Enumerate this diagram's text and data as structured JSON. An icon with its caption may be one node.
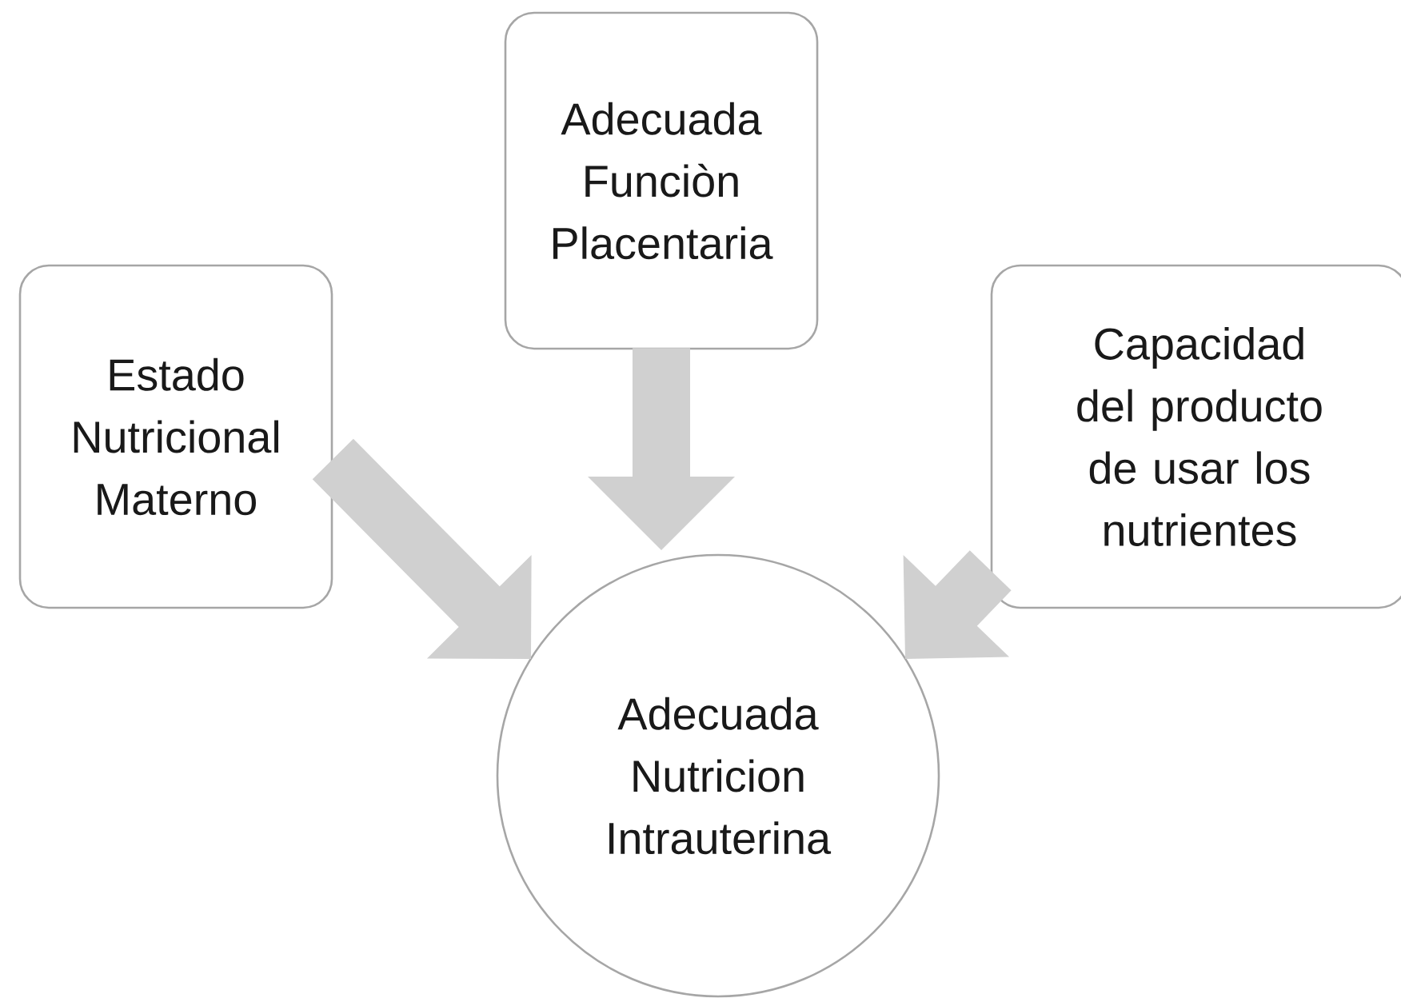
{
  "diagram": {
    "nodes": [
      {
        "text": [
          "Adecuada Funciòn Placentaria"
        ]
      },
      {
        "text": [
          "Estado Nutricional Materno"
        ]
      },
      {
        "text": [
          "Capacidad del producto de usar los nutrientes"
        ]
      },
      {
        "text": [
          "Adecuada Nutricion Intrauterina"
        ]
      }
    ],
    "edges": [
      {
        "from": 0,
        "to": 3,
        "arrow": "to"
      },
      {
        "from": 1,
        "to": 3,
        "arrow": "to"
      },
      {
        "from": 2,
        "to": 3,
        "arrow": "to"
      }
    ]
  }
}
